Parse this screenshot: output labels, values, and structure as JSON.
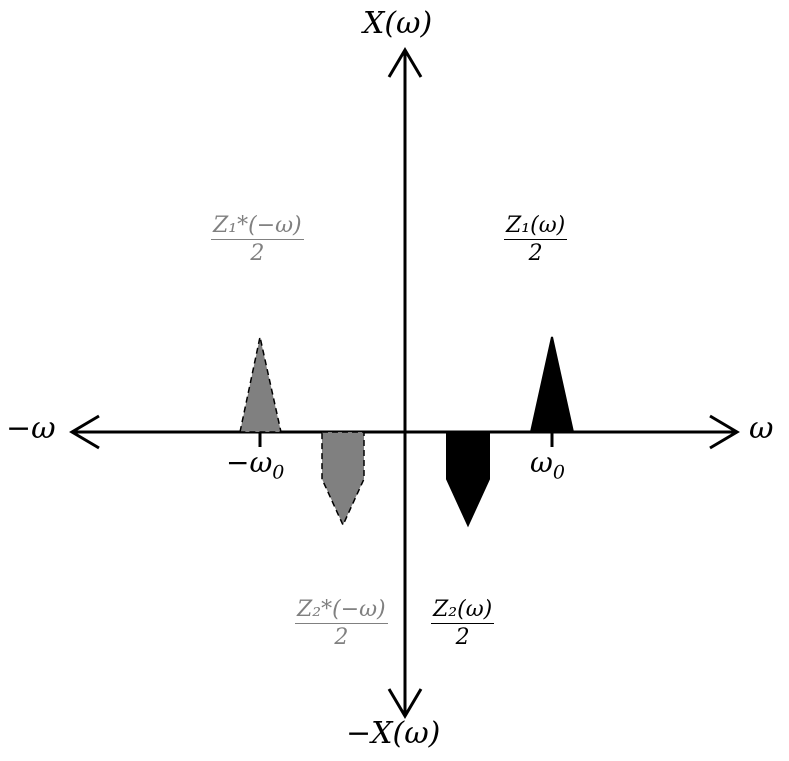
{
  "axes": {
    "y_top": "X(ω)",
    "y_bottom": "−X(ω)",
    "x_right": "ω",
    "x_left": "−ω"
  },
  "ticks": {
    "neg": "−ω",
    "neg_sub": "0",
    "pos": "ω",
    "pos_sub": "0"
  },
  "labels": {
    "z1": {
      "num": "Z₁(ω)",
      "den": "2",
      "color": "#000000"
    },
    "z1_conj": {
      "num": "Z₁*(−ω)",
      "den": "2",
      "color": "#808080"
    },
    "z2": {
      "num": "Z₂(ω)",
      "den": "2",
      "color": "#000000"
    },
    "z2_conj": {
      "num": "Z₂*(−ω)",
      "den": "2",
      "color": "#808080"
    }
  },
  "colors": {
    "axis": "#000000",
    "black_shape": "#000000",
    "gray_shape": "#808080"
  }
}
